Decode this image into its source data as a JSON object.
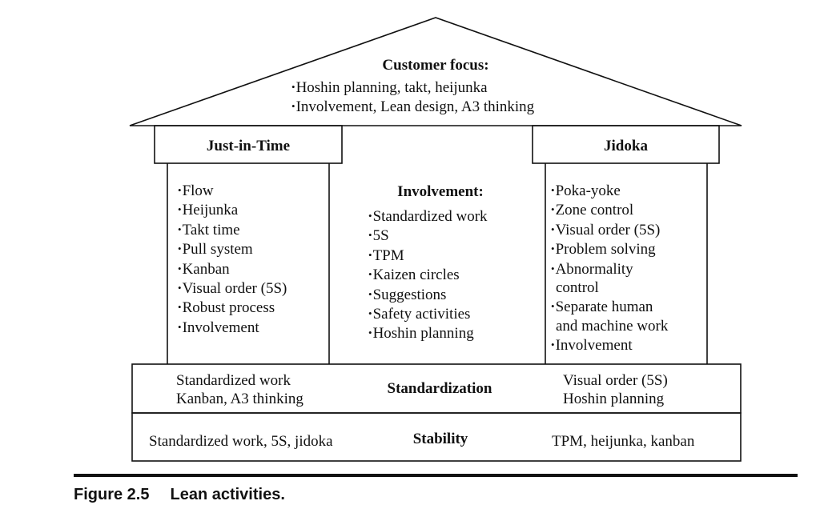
{
  "roof": {
    "title": "Customer focus:",
    "items": [
      "Hoshin planning, takt, heijunka",
      "Involvement, Lean design, A3 thinking"
    ]
  },
  "left_pillar": {
    "title": "Just-in-Time",
    "items": [
      "Flow",
      "Heijunka",
      "Takt time",
      "Pull system",
      "Kanban",
      "Visual order (5S)",
      "Robust process",
      "Involvement"
    ]
  },
  "center": {
    "title": "Involvement:",
    "items": [
      "Standardized work",
      "5S",
      "TPM",
      "Kaizen circles",
      "Suggestions",
      "Safety activities",
      "Hoshin planning"
    ]
  },
  "right_pillar": {
    "title": "Jidoka",
    "items": [
      "Poka-yoke",
      "Zone control",
      "Visual order (5S)",
      "Problem solving",
      "Abnormality",
      "control",
      "Separate human",
      "and machine work",
      "Involvement"
    ],
    "bullets": [
      true,
      true,
      true,
      true,
      true,
      false,
      true,
      false,
      true
    ]
  },
  "standardization": {
    "label": "Standardization",
    "left": [
      "Standardized work",
      "Kanban, A3 thinking"
    ],
    "right": [
      "Visual order (5S)",
      "Hoshin planning"
    ]
  },
  "stability": {
    "label": "Stability",
    "left": "Standardized work, 5S, jidoka",
    "right": "TPM, heijunka, kanban"
  },
  "caption": {
    "number": "Figure 2.5",
    "title": "Lean activities."
  }
}
